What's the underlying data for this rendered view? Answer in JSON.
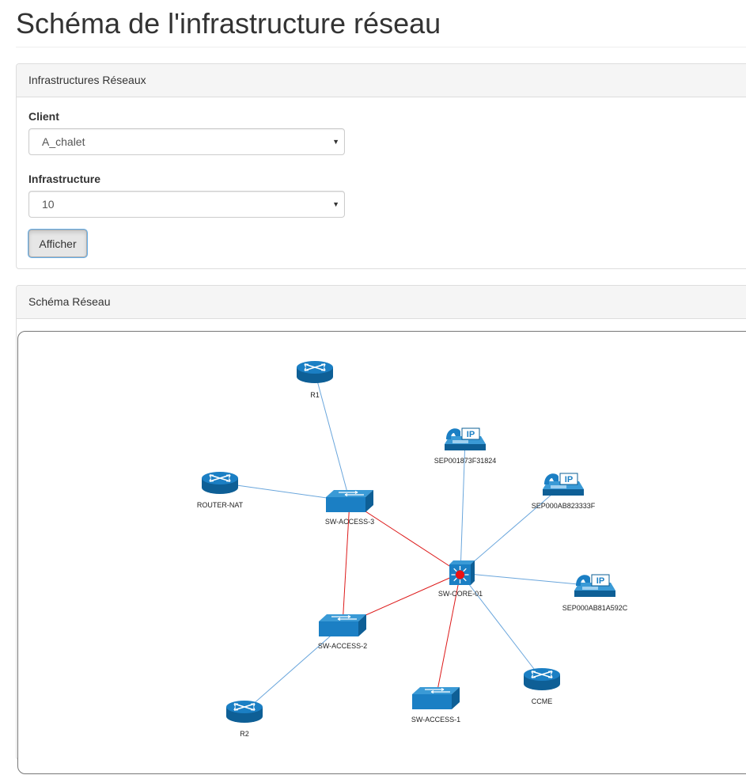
{
  "page": {
    "title": "Schéma de l'infrastructure réseau"
  },
  "form_panel": {
    "heading": "Infrastructures Réseaux",
    "client_label": "Client",
    "client_value": "A_chalet",
    "infrastructure_label": "Infrastructure",
    "infrastructure_value": "10",
    "submit_label": "Afficher"
  },
  "schema_panel": {
    "heading": "Schéma Réseau"
  },
  "colors": {
    "device_blue": "#1b7fc4",
    "device_blue_dark": "#0e5f96",
    "link_access": "#6aa6dc",
    "link_core": "#dd1a1a",
    "core_dot": "#ee1111"
  },
  "network": {
    "nodes": [
      {
        "id": "R1",
        "label": "R1",
        "type": "router"
      },
      {
        "id": "ROUTER-NAT",
        "label": "ROUTER-NAT",
        "type": "router"
      },
      {
        "id": "SW-ACCESS-3",
        "label": "SW-ACCESS-3",
        "type": "switch"
      },
      {
        "id": "SEP001873F31824",
        "label": "SEP001873F31824",
        "type": "ip-phone"
      },
      {
        "id": "SEP000AB823333F",
        "label": "SEP000AB823333F",
        "type": "ip-phone"
      },
      {
        "id": "SW-CORE-01",
        "label": "SW-CORE-01",
        "type": "core-switch"
      },
      {
        "id": "SEP000AB81A592C",
        "label": "SEP000AB81A592C",
        "type": "ip-phone"
      },
      {
        "id": "SW-ACCESS-2",
        "label": "SW-ACCESS-2",
        "type": "switch"
      },
      {
        "id": "CCME",
        "label": "CCME",
        "type": "router"
      },
      {
        "id": "SW-ACCESS-1",
        "label": "SW-ACCESS-1",
        "type": "switch"
      },
      {
        "id": "R2",
        "label": "R2",
        "type": "router"
      }
    ],
    "links": [
      {
        "from": "R1",
        "to": "SW-ACCESS-3",
        "kind": "access"
      },
      {
        "from": "ROUTER-NAT",
        "to": "SW-ACCESS-3",
        "kind": "access"
      },
      {
        "from": "SW-ACCESS-3",
        "to": "SW-CORE-01",
        "kind": "core"
      },
      {
        "from": "SW-ACCESS-3",
        "to": "SW-ACCESS-2",
        "kind": "core"
      },
      {
        "from": "SEP001873F31824",
        "to": "SW-CORE-01",
        "kind": "access"
      },
      {
        "from": "SEP000AB823333F",
        "to": "SW-CORE-01",
        "kind": "access"
      },
      {
        "from": "SEP000AB81A592C",
        "to": "SW-CORE-01",
        "kind": "access"
      },
      {
        "from": "SW-ACCESS-2",
        "to": "SW-CORE-01",
        "kind": "core"
      },
      {
        "from": "SW-ACCESS-1",
        "to": "SW-CORE-01",
        "kind": "core"
      },
      {
        "from": "CCME",
        "to": "SW-CORE-01",
        "kind": "access"
      },
      {
        "from": "R2",
        "to": "SW-ACCESS-2",
        "kind": "access"
      }
    ]
  }
}
